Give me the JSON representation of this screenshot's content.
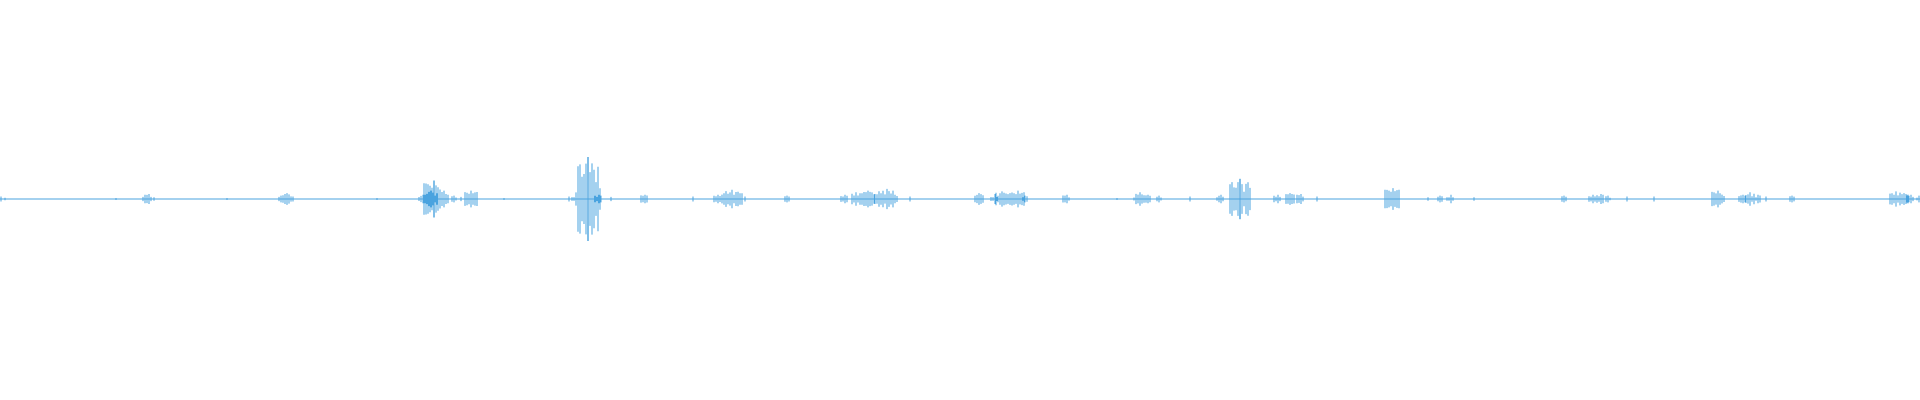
{
  "waveform": {
    "color": "#4aa3df",
    "background": "#ffffff",
    "samples": [
      {
        "t": 0.0,
        "a": 0.06
      },
      {
        "t": 0.002,
        "a": 0.03
      },
      {
        "t": 0.06,
        "a": 0.02
      },
      {
        "t": 0.074,
        "a": 0.05
      },
      {
        "t": 0.077,
        "a": 0.12
      },
      {
        "t": 0.08,
        "a": 0.04
      },
      {
        "t": 0.118,
        "a": 0.02
      },
      {
        "t": 0.146,
        "a": 0.08
      },
      {
        "t": 0.149,
        "a": 0.14
      },
      {
        "t": 0.152,
        "a": 0.06
      },
      {
        "t": 0.196,
        "a": 0.02
      },
      {
        "t": 0.22,
        "a": 0.1
      },
      {
        "t": 0.224,
        "a": 0.2
      },
      {
        "t": 0.226,
        "a": 0.44
      },
      {
        "t": 0.228,
        "a": 0.18
      },
      {
        "t": 0.232,
        "a": 0.12
      },
      {
        "t": 0.236,
        "a": 0.08
      },
      {
        "t": 0.24,
        "a": 0.05
      },
      {
        "t": 0.245,
        "a": 0.2
      },
      {
        "t": 0.262,
        "a": 0.02
      },
      {
        "t": 0.296,
        "a": 0.06
      },
      {
        "t": 0.3,
        "a": 0.12
      },
      {
        "t": 0.304,
        "a": 0.24
      },
      {
        "t": 0.306,
        "a": 1.0
      },
      {
        "t": 0.308,
        "a": 0.3
      },
      {
        "t": 0.312,
        "a": 0.1
      },
      {
        "t": 0.318,
        "a": 0.05
      },
      {
        "t": 0.336,
        "a": 0.1
      },
      {
        "t": 0.361,
        "a": 0.06
      },
      {
        "t": 0.374,
        "a": 0.1
      },
      {
        "t": 0.378,
        "a": 0.16
      },
      {
        "t": 0.381,
        "a": 0.22
      },
      {
        "t": 0.384,
        "a": 0.16
      },
      {
        "t": 0.388,
        "a": 0.06
      },
      {
        "t": 0.41,
        "a": 0.08
      },
      {
        "t": 0.44,
        "a": 0.1
      },
      {
        "t": 0.446,
        "a": 0.16
      },
      {
        "t": 0.452,
        "a": 0.2
      },
      {
        "t": 0.458,
        "a": 0.14
      },
      {
        "t": 0.462,
        "a": 0.24
      },
      {
        "t": 0.466,
        "a": 0.1
      },
      {
        "t": 0.474,
        "a": 0.06
      },
      {
        "t": 0.51,
        "a": 0.14
      },
      {
        "t": 0.518,
        "a": 0.12
      },
      {
        "t": 0.522,
        "a": 0.18
      },
      {
        "t": 0.526,
        "a": 0.14
      },
      {
        "t": 0.53,
        "a": 0.2
      },
      {
        "t": 0.534,
        "a": 0.08
      },
      {
        "t": 0.556,
        "a": 0.1
      },
      {
        "t": 0.582,
        "a": 0.02
      },
      {
        "t": 0.592,
        "a": 0.08
      },
      {
        "t": 0.594,
        "a": 0.16
      },
      {
        "t": 0.598,
        "a": 0.1
      },
      {
        "t": 0.604,
        "a": 0.08
      },
      {
        "t": 0.62,
        "a": 0.06
      },
      {
        "t": 0.636,
        "a": 0.1
      },
      {
        "t": 0.646,
        "a": 0.48
      },
      {
        "t": 0.65,
        "a": 0.04
      },
      {
        "t": 0.666,
        "a": 0.1
      },
      {
        "t": 0.672,
        "a": 0.14
      },
      {
        "t": 0.678,
        "a": 0.12
      },
      {
        "t": 0.686,
        "a": 0.06
      },
      {
        "t": 0.726,
        "a": 0.26
      },
      {
        "t": 0.744,
        "a": 0.04
      },
      {
        "t": 0.75,
        "a": 0.08
      },
      {
        "t": 0.756,
        "a": 0.1
      },
      {
        "t": 0.768,
        "a": 0.04
      },
      {
        "t": 0.815,
        "a": 0.08
      },
      {
        "t": 0.83,
        "a": 0.1
      },
      {
        "t": 0.834,
        "a": 0.12
      },
      {
        "t": 0.838,
        "a": 0.08
      },
      {
        "t": 0.848,
        "a": 0.06
      },
      {
        "t": 0.862,
        "a": 0.06
      },
      {
        "t": 0.895,
        "a": 0.2
      },
      {
        "t": 0.908,
        "a": 0.1
      },
      {
        "t": 0.912,
        "a": 0.16
      },
      {
        "t": 0.916,
        "a": 0.1
      },
      {
        "t": 0.92,
        "a": 0.06
      },
      {
        "t": 0.934,
        "a": 0.08
      },
      {
        "t": 0.986,
        "a": 0.08
      },
      {
        "t": 0.988,
        "a": 0.18
      },
      {
        "t": 0.992,
        "a": 0.14
      },
      {
        "t": 0.996,
        "a": 0.1
      },
      {
        "t": 1.0,
        "a": 0.08
      }
    ]
  }
}
